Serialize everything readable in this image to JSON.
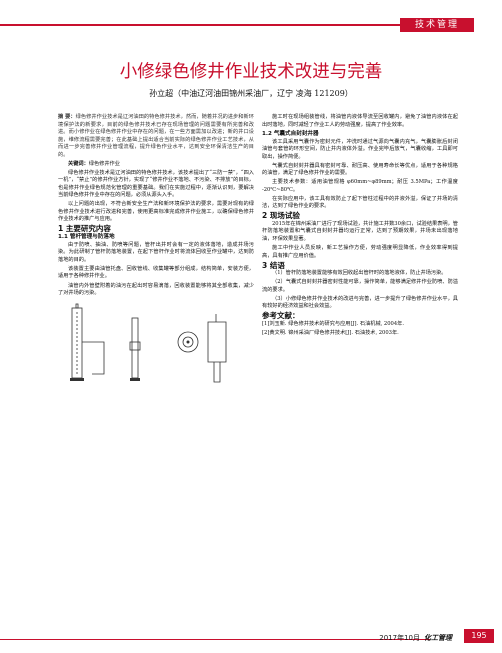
{
  "header": {
    "section_tag": "技术管理"
  },
  "title": "小修绿色修井作业技术改进与完善",
  "author": "孙立超（中油辽河油田锦州采油厂，辽宁  凌海  121209）",
  "abstract": {
    "label": "摘  要：",
    "text": "绿色修井作业技术是辽河油田的特色修井技术，然而，随着井况的进步和新环境保护法的新要求，目前的绿色修井技术已存在现场管理的问题需要有所完善和改进。而小修作业在绿色修井作业中存在的问题，在一些方面需加以改进；新的井口设施，维修流程需要完善；在此基础上提出适合当前实际的绿色修井作业工艺技术，从而进一步完善修井作业管理流程，提升绿色作业水平，达到安全环保清洁生产的目的。"
  },
  "keywords": {
    "label": "关键词：",
    "text": "绿色修井作业"
  },
  "left_paragraphs": [
    "绿色修井作业技术是辽河油田的特色修井技术，该技术提出了“三防一禁”，“四入一机”，“禁止”的修井作业方针，实现了“修井作业不落地、不污染、不排放”的目标，也是修井作业绿色规范化管理的重要基础。我们在实施过程中，逐渐认识到，要解决当前绿色修井作业中存在的问题，必须从源头入手。",
    "以上问题的出现，不符合新安全生产法和新环境保护法的要求，需要对现有的绿色修井作业技术进行改进和完善，使用更高标准完成修井作业施工，以确保绿色修井作业技术的推广与应用。"
  ],
  "sections": {
    "s1": "1  主要研究内容",
    "s11": "1.1  管杆管理与防落地",
    "s12": "1.2  气囊式自封封井器",
    "s2": "2  现场试验",
    "s3": "3  结语",
    "refs": "参考文献："
  },
  "s11_paragraphs": [
    "由于防喷、抽油、防喷等问题，管杆出井时会有一定的液体落地，造成井场污染。为此研制了管杆防落地装置，在起下管杆作业时将流体回收至作业罐中，达到防落地的目的。",
    "该装置主要由油管托盘、回收管线、收集罐等部分组成，结构简单，安装方便，适用于各种修井作业。",
    "油管内外管壁附着的油污在起出时容易滴落，回收装置能够将其全部收集，减少了对井场的污染。"
  ],
  "right_paragraphs": [
    "施工时在现场组装管线，将油管内液体导流至回收罐内，避免了油管内液体在起出时落地，同时减轻了作业工人的劳动强度，提高了作业效率。"
  ],
  "s12_paragraphs": [
    "该工具采用气囊作为密封元件，冲洗时通过气源向气囊内充气，气囊膨胀后封闭油管与套管的环形空间，防止井内液体外溢。作业完毕后放气，气囊收缩，工具即可取出，操作简便。",
    "气囊式自封封井器具有密封可靠、耐压高、使用寿命长等优点，适用于各种规格的油管，满足了绿色修井作业的需要。",
    "主要技术参数：适用油管规格 φ60mm~φ89mm；耐压 3.5MPa；工作温度 -20℃~80℃。",
    "在实际应用中，该工具有效防止了起下管柱过程中的井液外溢，保证了井场的清洁，达到了绿色作业的要求。"
  ],
  "s2_paragraphs": [
    "2015年在锦州采油厂进行了现场试验，共计施工井数30余口，试验结果表明，管杆防落地装置和气囊式自封封井器均运行正常，达到了预期效果，井场未出现落地油，环保效果显著。",
    "施工中作业人员反映，新工艺操作方便，劳动强度明显降低，作业效率得到提高，具有推广应用价值。"
  ],
  "s3_paragraphs": [
    "（1）管杆防落地装置能够有效回收起出管杆时的落地液体，防止井场污染。",
    "（2）气囊式自封封井器密封性能可靠，操作简单，能够满足修井作业防喷、防溢流的要求。",
    "（3）小修绿色修井作业技术的改进与完善，进一步提升了绿色修井作业水平，具有较好的经济效益和社会效益。"
  ],
  "references": [
    "[1]刘玉新. 绿色修井技术的研究与应用[J]. 石油机械, 2004年.",
    "[2]黄文明. 锦州采油厂绿色修井技术[J]. 石油技术, 2003年."
  ],
  "footer": {
    "date": "2017年10月",
    "publication": "化工管理",
    "page": "195"
  }
}
